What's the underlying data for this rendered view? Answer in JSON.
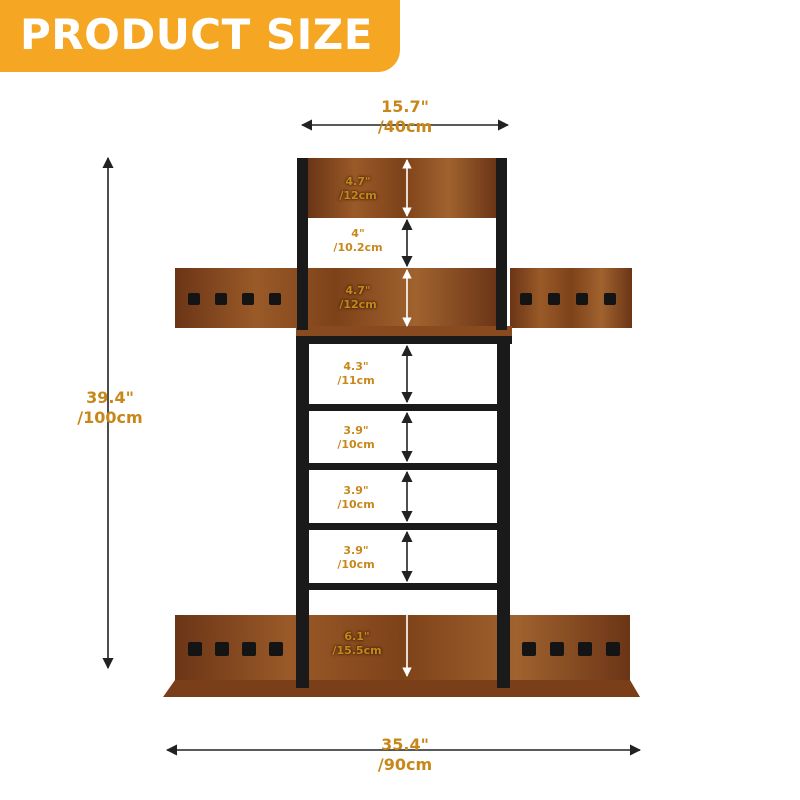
{
  "banner": {
    "title": "PRODUCT SIZE"
  },
  "colors": {
    "banner": "#F5A623",
    "dimension_text": "#C8871A",
    "wood": "#8B4A1F",
    "wood_dark": "#5E2F12",
    "frame": "#1a1a1a",
    "line": "#222222"
  },
  "dimensions": {
    "top_width": {
      "in": "15.7\"",
      "cm": "/40cm"
    },
    "total_height": {
      "in": "39.4\"",
      "cm": "/100cm"
    },
    "bottom_width": {
      "in": "35.4\"",
      "cm": "/90cm"
    },
    "inner": [
      {
        "in": "4.7\"",
        "cm": "/12cm"
      },
      {
        "in": "4\"",
        "cm": "/10.2cm"
      },
      {
        "in": "4.7\"",
        "cm": "/12cm"
      },
      {
        "in": "4.3\"",
        "cm": "/11cm"
      },
      {
        "in": "3.9\"",
        "cm": "/10cm"
      },
      {
        "in": "3.9\"",
        "cm": "/10cm"
      },
      {
        "in": "3.9\"",
        "cm": "/10cm"
      },
      {
        "in": "6.1\"",
        "cm": "/15.5cm"
      }
    ]
  }
}
